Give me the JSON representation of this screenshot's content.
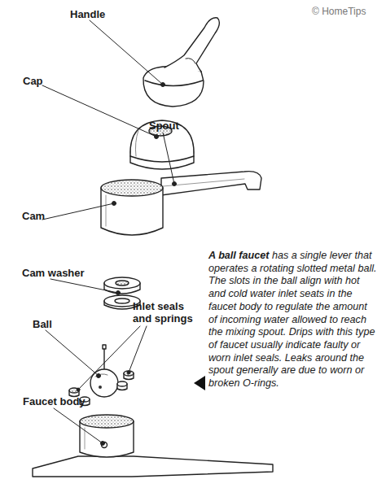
{
  "diagram": {
    "labels": [
      "© HomeTips",
      "Handle",
      "Cap",
      "Spout",
      "Cam",
      "Cam washer",
      "Inlet seals and springs",
      "Ball",
      "Faucet body",
      "A ball faucet",
      "has a single lever that operates a rotating slotted metal ball. The slots in the ball align with hot and cold water inlet seats in the faucet body to regulate the amount of incoming water allowed to reach the mixing spout. Drips with this type of faucet usually indicate faulty or worn inlet seals. Leaks around the spout generally are due to worn or broken O-rings."
    ]
  }
}
